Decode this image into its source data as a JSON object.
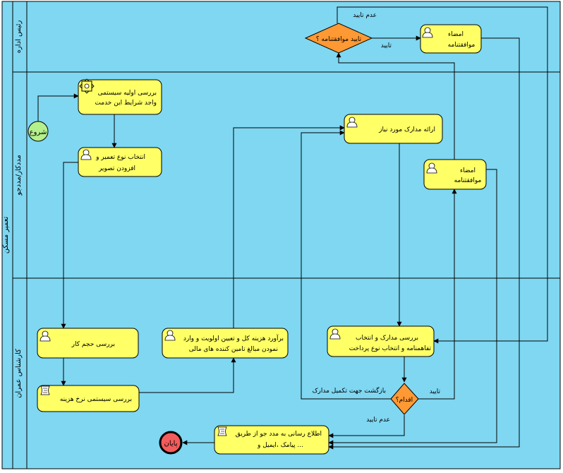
{
  "pool": {
    "title": "تعمیر مسکن"
  },
  "lanes": [
    {
      "id": "director",
      "label": "رئیس اداره"
    },
    {
      "id": "applicant",
      "label": "مددکار/مددجو"
    },
    {
      "id": "expert",
      "label": "کارشناس عمران"
    }
  ],
  "events": {
    "start": "شروع",
    "end": "پایان"
  },
  "tasks": {
    "initial_check": [
      "بررسی اولیه سیستمی",
      "واجد شرایط این خدمت"
    ],
    "select_repair": [
      "انتخاب نوع تعمیر و",
      "افزودن تصویر"
    ],
    "submit_docs": [
      "ارائه مدارک  مورد نیاز"
    ],
    "sign_applicant": [
      "امضاء",
      "موافقتنامه"
    ],
    "sign_director": [
      "امضاء",
      "موافقتنامه"
    ],
    "work_volume": [
      "بررسی حجم کار"
    ],
    "cost_check": [
      "بررسی سیستمی نرخ هزینه"
    ],
    "estimate": [
      "برآورد هزینه کل و تعیین اولویت و وارد",
      "نمودن مبالغ تامین کننده های مالی"
    ],
    "review_docs": [
      "بررسی مدارک و انتخاب",
      "تفاهمنامه و انتخاب نوع پرداخت"
    ],
    "notify": [
      "اطلاع رسانی به مدد جو از طریق",
      "پیامک ،ایمیل و ..."
    ]
  },
  "gateways": {
    "approve_agreement": "تایید موافقتنامه ؟",
    "action": "اقدام؟"
  },
  "edge_labels": {
    "not_approved_top": "عدم تایید",
    "approved_top": "تایید",
    "return_docs": "بازگشت جهت تکمیل مدارک",
    "approved_action": "تایید",
    "not_approved_bottom": "عدم تایید"
  }
}
